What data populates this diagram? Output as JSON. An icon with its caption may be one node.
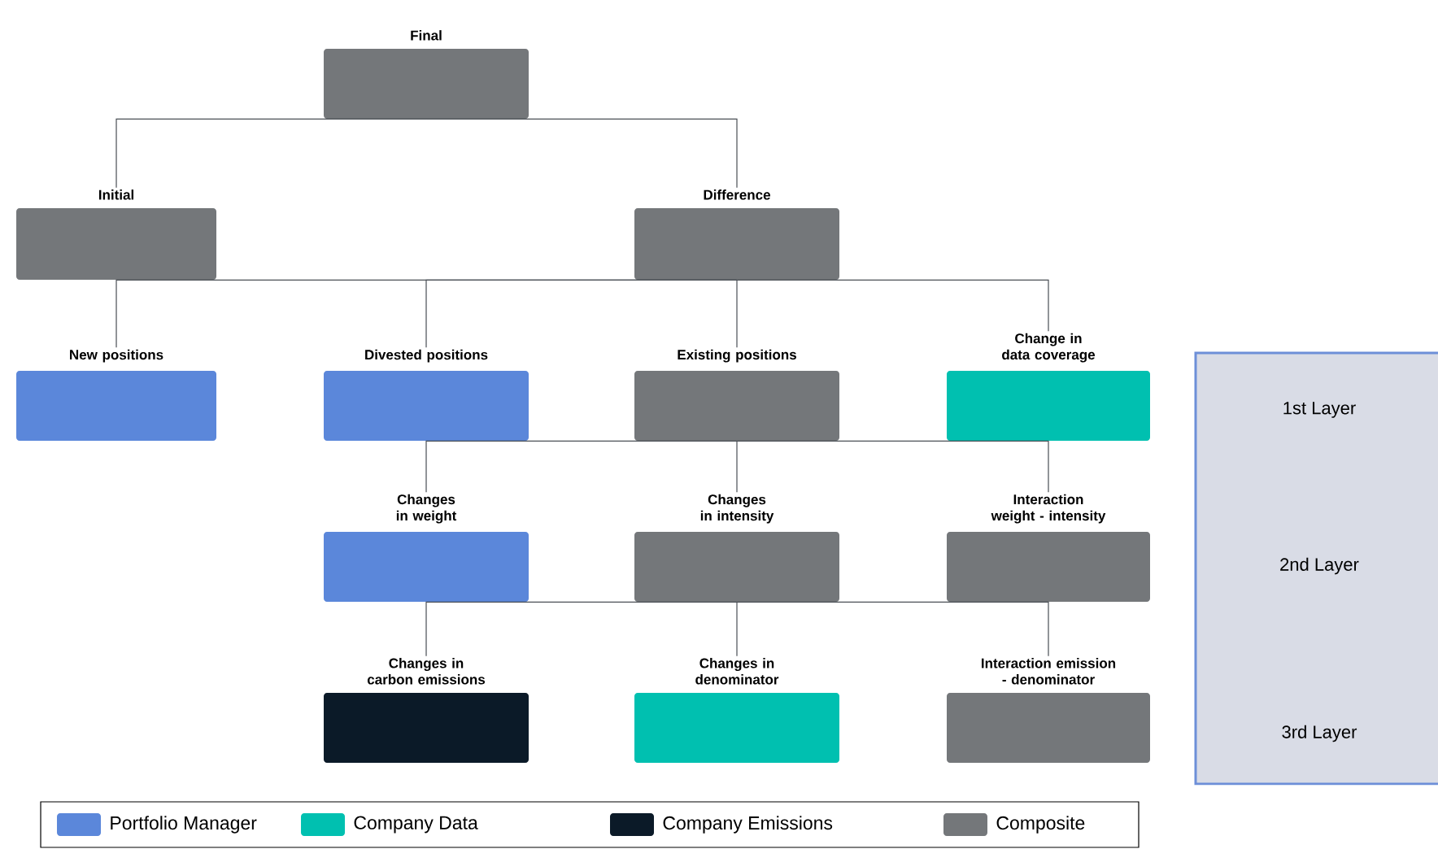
{
  "diagram": {
    "nodes": [
      {
        "text": [
          "Final"
        ]
      },
      {
        "text": [
          "Initial"
        ]
      },
      {
        "text": [
          "Difference"
        ]
      },
      {
        "text": [
          "New positions"
        ]
      },
      {
        "text": [
          "Divested positions"
        ]
      },
      {
        "text": [
          "Existing positions"
        ]
      },
      {
        "text": [
          "Change in data coverage"
        ]
      },
      {
        "text": [
          "Changes in weight"
        ]
      },
      {
        "text": [
          "Changes in intensity"
        ]
      },
      {
        "text": [
          "Interaction weight - intensity"
        ]
      },
      {
        "text": [
          "Changes in carbon emissions"
        ]
      },
      {
        "text": [
          "Changes in denominator"
        ]
      },
      {
        "text": [
          "Interaction emission - denominator"
        ]
      },
      {
        "text": [
          "1st Layer",
          "2nd Layer",
          "3rd Layer"
        ]
      }
    ],
    "edges": [
      {
        "from": 0,
        "to": 1,
        "arrow": "none"
      },
      {
        "from": 0,
        "to": 2,
        "arrow": "none"
      },
      {
        "from": 2,
        "to": 3,
        "arrow": "none"
      },
      {
        "from": 2,
        "to": 4,
        "arrow": "none"
      },
      {
        "from": 2,
        "to": 5,
        "arrow": "none"
      },
      {
        "from": 2,
        "to": 6,
        "arrow": "none"
      },
      {
        "from": 5,
        "to": 7,
        "arrow": "none"
      },
      {
        "from": 5,
        "to": 8,
        "arrow": "none"
      },
      {
        "from": 5,
        "to": 9,
        "arrow": "none"
      },
      {
        "from": 8,
        "to": 10,
        "arrow": "none"
      },
      {
        "from": 8,
        "to": 11,
        "arrow": "none"
      },
      {
        "from": 8,
        "to": 12,
        "arrow": "none"
      }
    ],
    "legend": [
      {
        "text": "Portfolio Manager",
        "color": "#5b87da"
      },
      {
        "text": "Company Data",
        "color": "#00c0b0"
      },
      {
        "text": "Company Emissions",
        "color": "#0b1a28"
      },
      {
        "text": "Composite",
        "color": "#74777a"
      }
    ]
  }
}
